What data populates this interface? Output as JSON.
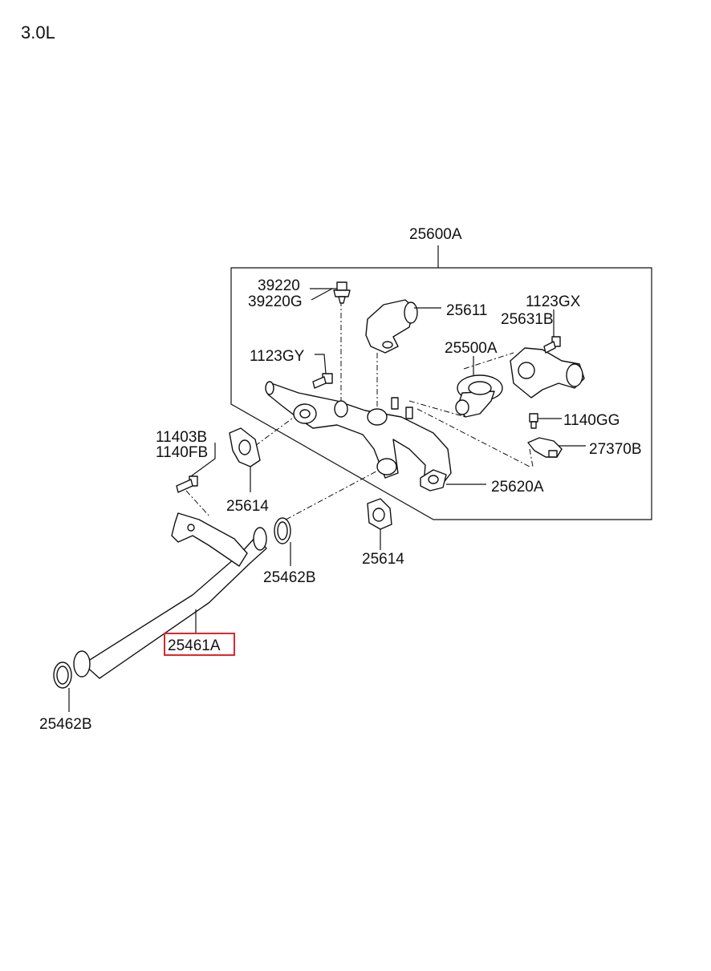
{
  "engine_label": "3.0L",
  "highlight_color": "#e0262d",
  "parts": {
    "p25600A": "25600A",
    "p39220": "39220",
    "p39220G": "39220G",
    "p25611": "25611",
    "p1123GX": "1123GX",
    "p25631B": "25631B",
    "p1123GY": "1123GY",
    "p25500A": "25500A",
    "p11403B": "11403B",
    "p1140FB": "1140FB",
    "p1140GG": "1140GG",
    "p27370B": "27370B",
    "p25614_left": "25614",
    "p25620A": "25620A",
    "p25462B_upper": "25462B",
    "p25614_lower": "25614",
    "p25461A": "25461A",
    "p25462B_lower": "25462B"
  }
}
